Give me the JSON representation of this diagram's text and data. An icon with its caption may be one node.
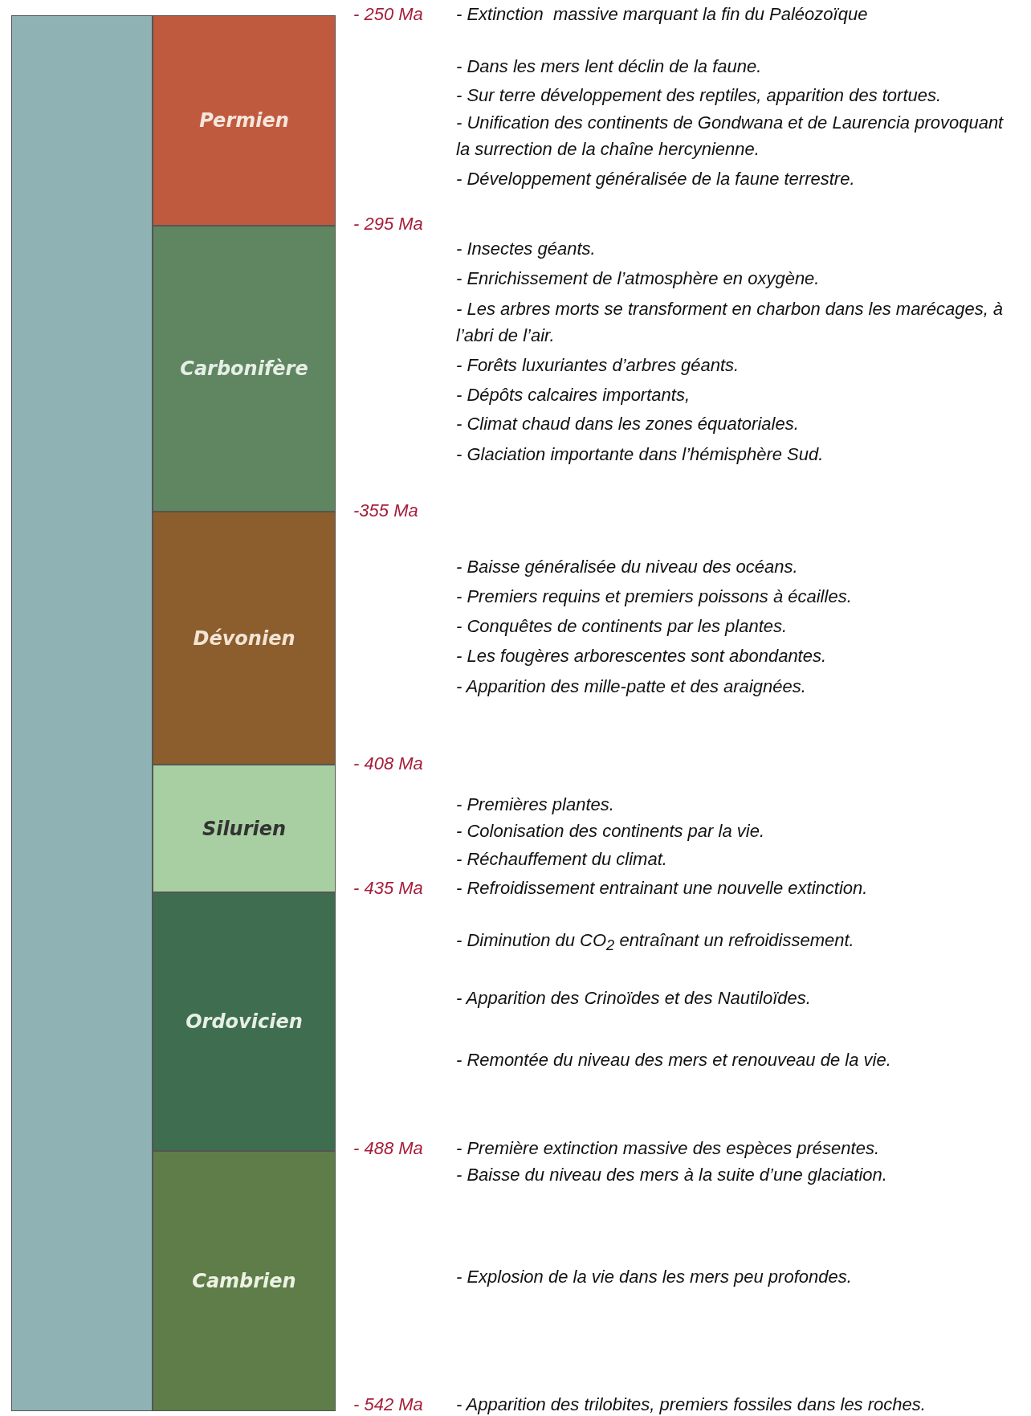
{
  "diagram": {
    "nodes": [
      {
        "text": [],
        "shape": "bar"
      },
      {
        "text": [
          "Permien"
        ]
      },
      {
        "text": [
          "Carbonifère"
        ]
      },
      {
        "text": [
          "Dévonien"
        ]
      },
      {
        "text": [
          "Silurien"
        ]
      },
      {
        "text": [
          "Ordovicien"
        ]
      },
      {
        "text": [
          "Cambrien"
        ]
      }
    ],
    "edges": [],
    "labels": [
      "- 250 Ma",
      "- Extinction  massive marquant la fin du Paléozoïque",
      "- Dans les mers lent déclin de la faune.",
      "- Sur terre développement des reptiles, apparition des tortues.",
      "- Unification des continents de Gondwana et de Laurencia provoquant la surrection de la chaîne hercynienne.",
      "- Développement généralisée de la faune terrestre.",
      "- 295 Ma",
      "- Insectes géants.",
      "- Enrichissement de l’atmosphère en oxygène.",
      "- Les arbres morts se transforment en charbon dans les marécages, à l’abri de l’air.",
      "- Forêts luxuriantes d’arbres géants.",
      "- Dépôts calcaires importants,",
      "- Climat chaud dans les zones équatoriales.",
      "- Glaciation importante dans l’hémisphère Sud.",
      "-355 Ma",
      "- Baisse généralisée du niveau des océans.",
      "- Premiers requins et premiers poissons à écailles.",
      "- Conquêtes de continents par les plantes.",
      "- Les fougères arborescentes sont abondantes.",
      "- Apparition des mille-patte et des araignées.",
      "- 408 Ma",
      "- Premières plantes.",
      "- Colonisation des continents par la vie.",
      "- Réchauffement du climat.",
      "- 435 Ma",
      "- Refroidissement entrainant une nouvelle extinction.",
      "- Diminution du CO$_{2}$ entraînant un refroidissement.",
      "- Apparition des Crinoïdes et des Nautiloïdes.",
      "- Remontée du niveau des mers et renouveau de la vie.",
      "- 488 Ma",
      "- Première extinction massive des espèces présentes.",
      "- Baisse du niveau des mers à la suite d’une glaciation.",
      "- Explosion de la vie dans les mers peu profondes.",
      "- 542 Ma",
      "- Apparition des trilobites, premiers fossiles dans les roches."
    ]
  }
}
